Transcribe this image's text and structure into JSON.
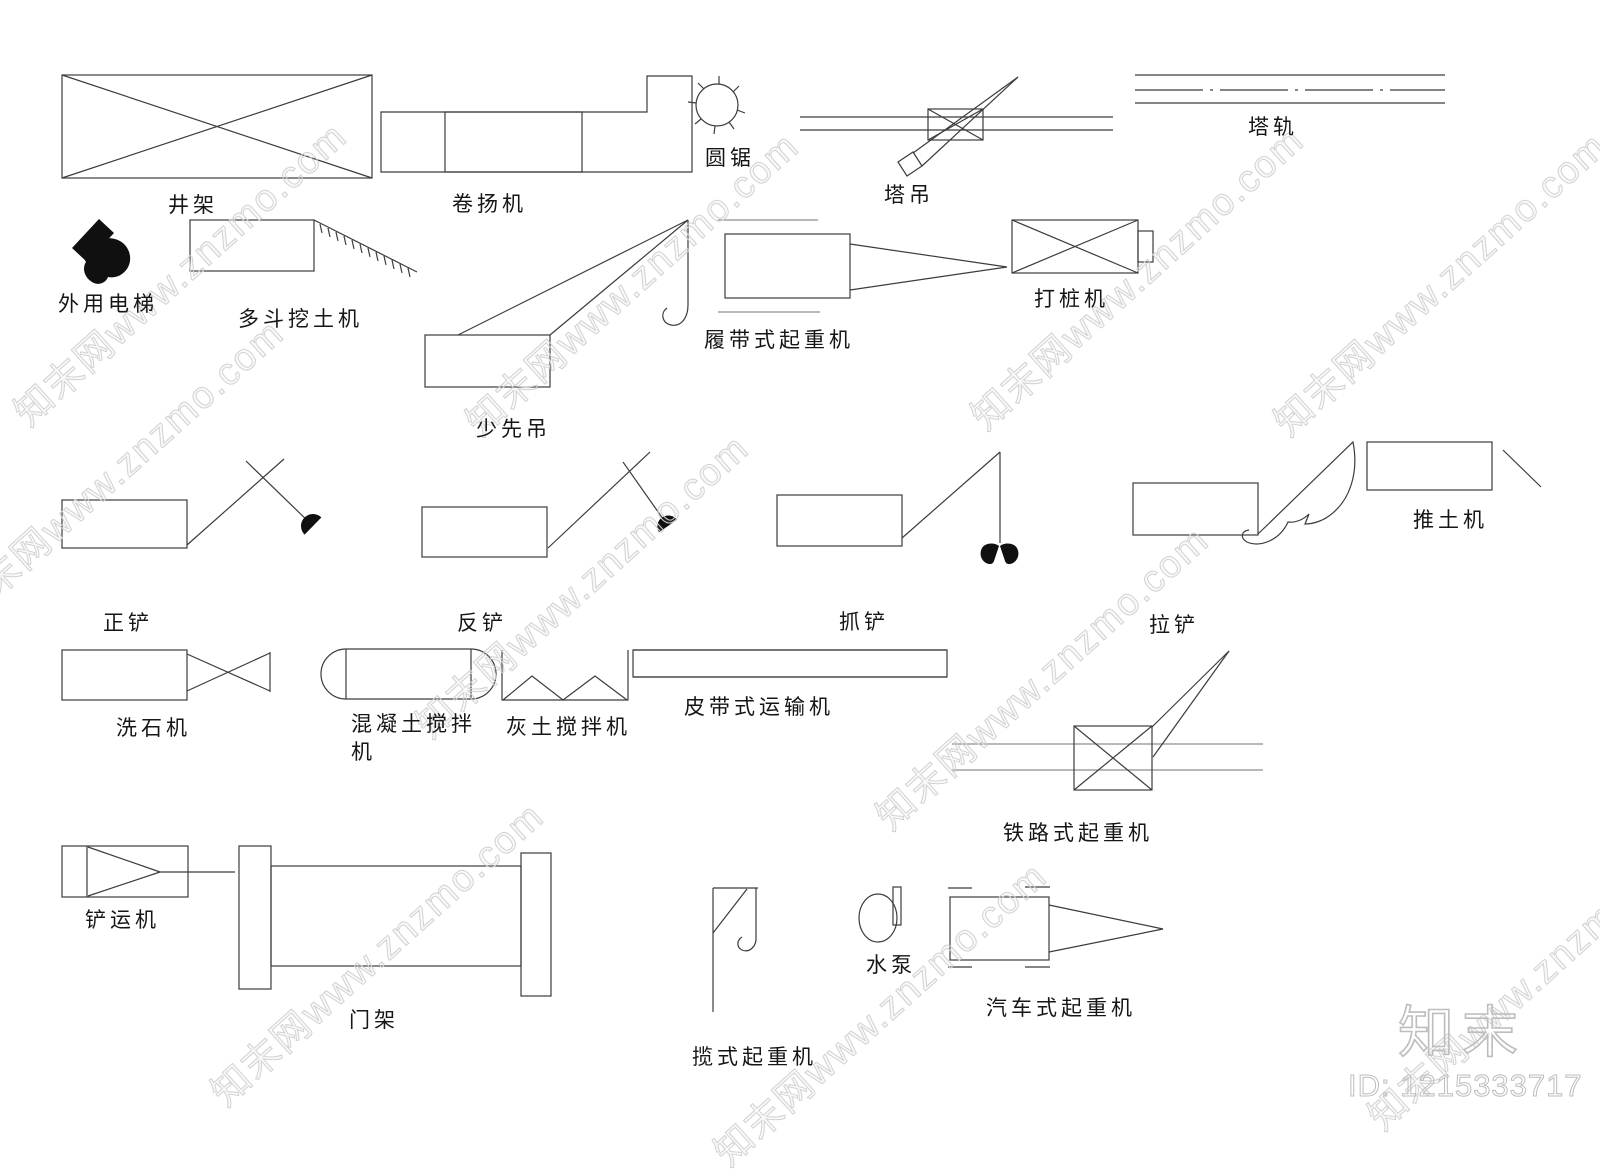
{
  "page": {
    "background": "#ffffff",
    "line_color": "#3c3c3c",
    "label_color": "#161616",
    "watermark_color": "#d2d2d2"
  },
  "legend": {
    "items": [
      {
        "id": "derrick",
        "label": "井架"
      },
      {
        "id": "winch",
        "label": "卷扬机"
      },
      {
        "id": "circular-saw",
        "label": "圆锯"
      },
      {
        "id": "tower-crane",
        "label": "塔吊"
      },
      {
        "id": "tower-rail",
        "label": "塔轨"
      },
      {
        "id": "external-elevator",
        "label": "外用电梯"
      },
      {
        "id": "multi-bucket-excavator",
        "label": "多斗挖土机"
      },
      {
        "id": "pioneer-crane",
        "label": "少先吊"
      },
      {
        "id": "crawler-crane",
        "label": "履带式起重机"
      },
      {
        "id": "pile-driver",
        "label": "打桩机"
      },
      {
        "id": "face-shovel",
        "label": "正铲"
      },
      {
        "id": "backhoe",
        "label": "反铲"
      },
      {
        "id": "grab-shovel",
        "label": "抓铲"
      },
      {
        "id": "dragline",
        "label": "拉铲"
      },
      {
        "id": "bulldozer",
        "label": "推土机"
      },
      {
        "id": "stone-washer",
        "label": "洗石机"
      },
      {
        "id": "concrete-mixer",
        "label": "混凝土搅拌机"
      },
      {
        "id": "lime-soil-mixer",
        "label": "灰土搅拌机"
      },
      {
        "id": "belt-conveyor",
        "label": "皮带式运输机"
      },
      {
        "id": "railway-crane",
        "label": "铁路式起重机"
      },
      {
        "id": "scraper",
        "label": "铲运机"
      },
      {
        "id": "gantry",
        "label": "门架"
      },
      {
        "id": "cable-crane",
        "label": "揽式起重机"
      },
      {
        "id": "water-pump",
        "label": "水泵"
      },
      {
        "id": "truck-crane",
        "label": "汽车式起重机"
      }
    ]
  },
  "watermark": {
    "site_text": "知末网www.znzmo.com",
    "brand": "知末",
    "id_text": "ID: 1215333717"
  }
}
